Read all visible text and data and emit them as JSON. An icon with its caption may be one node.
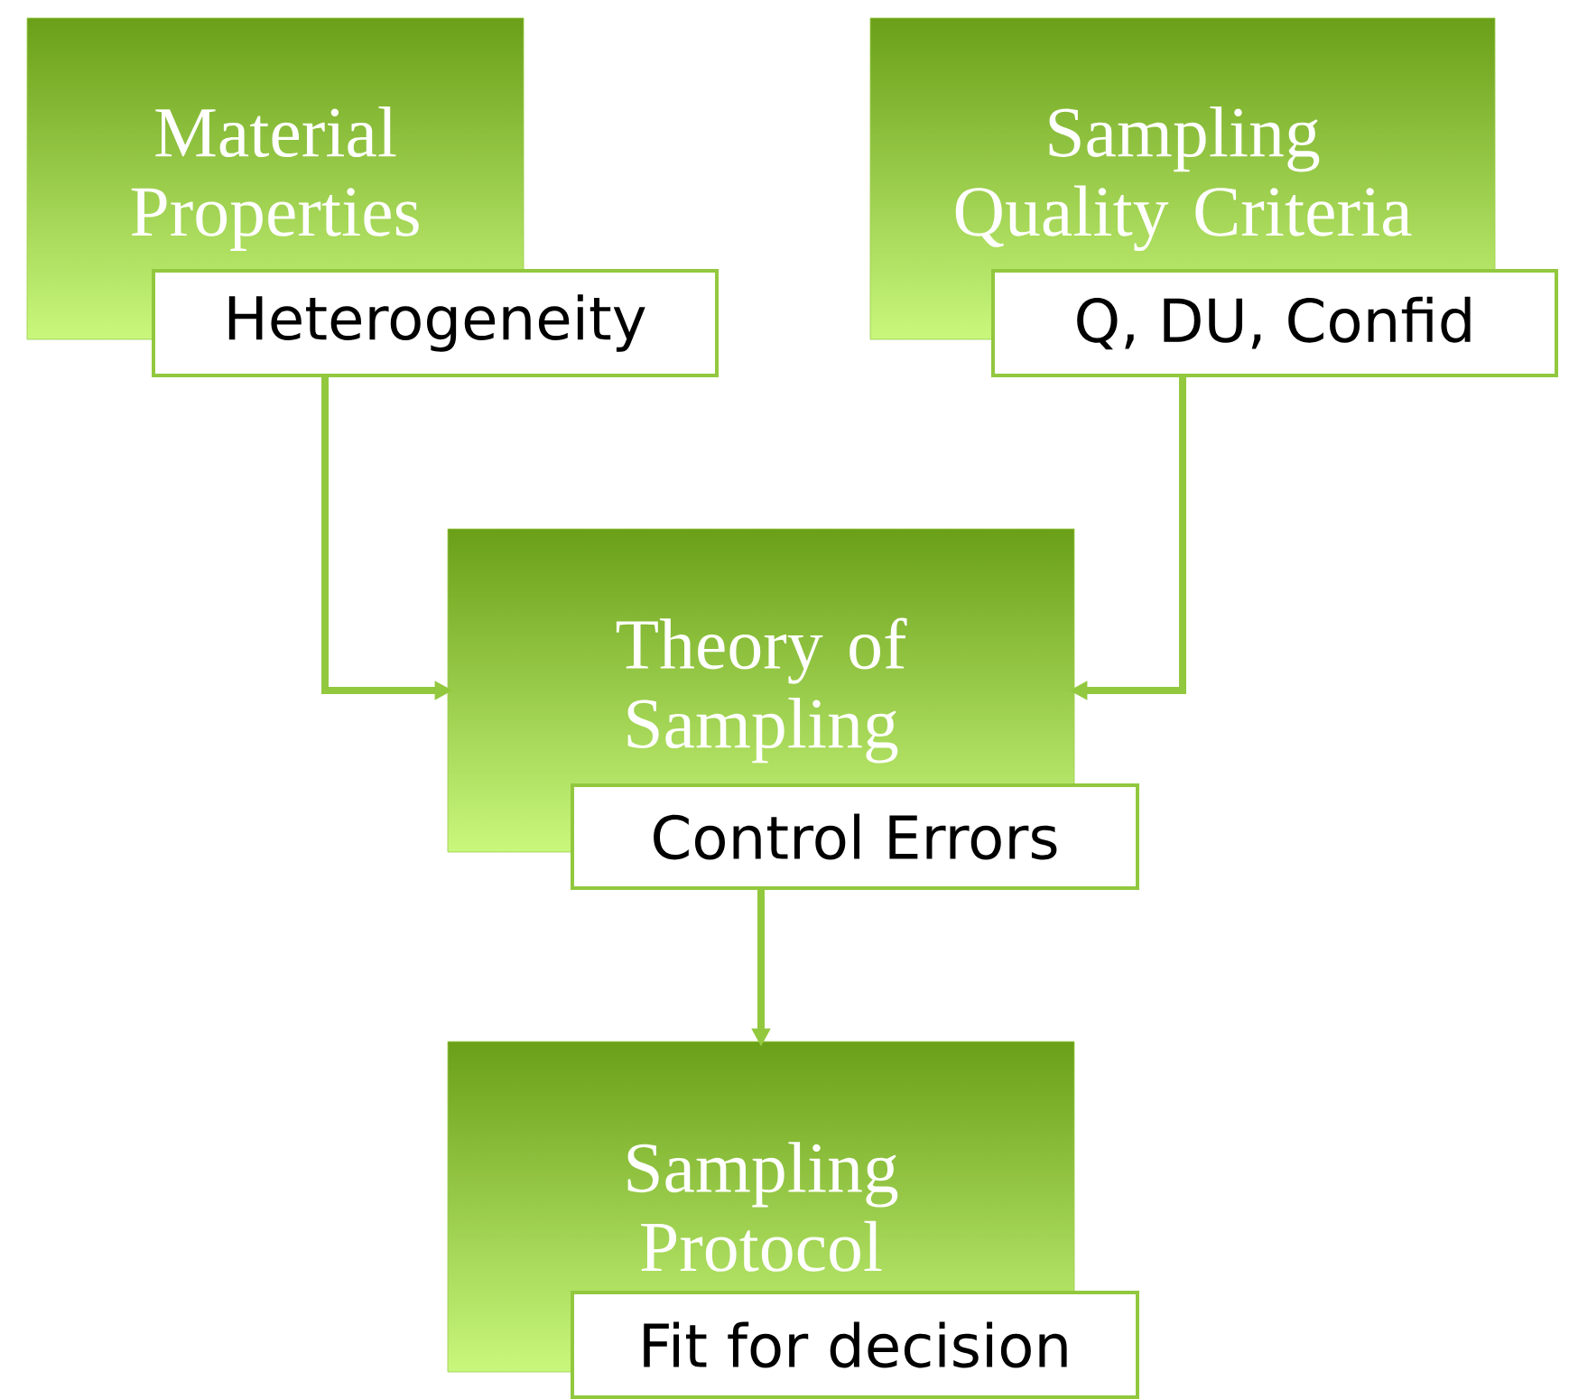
{
  "diagram": {
    "nodes": [
      {
        "text": [
          "Material Properties"
        ]
      },
      {
        "text": [
          "Heterogeneity"
        ]
      },
      {
        "text": [
          "Sampling Quality Criteria"
        ]
      },
      {
        "text": [
          "Q, DU, Confid"
        ]
      },
      {
        "text": [
          "Theory of Sampling"
        ]
      },
      {
        "text": [
          "Control Errors"
        ]
      },
      {
        "text": [
          "Sampling Protocol"
        ]
      },
      {
        "text": [
          "Fit for decision"
        ]
      }
    ],
    "edges": [
      {
        "from": 1,
        "to": 4,
        "arrow": "to"
      },
      {
        "from": 3,
        "to": 4,
        "arrow": "to"
      },
      {
        "from": 5,
        "to": 6,
        "arrow": "to"
      }
    ]
  }
}
